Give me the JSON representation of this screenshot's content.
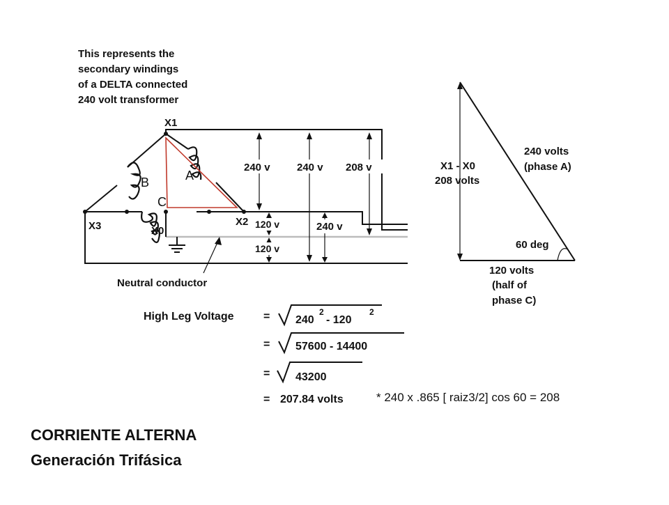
{
  "caption": {
    "line1": "This represents the",
    "line2": "secondary windings",
    "line3": "of a DELTA connected",
    "line4": "240 volt transformer"
  },
  "terminals": {
    "x1": "X1",
    "x2": "X2",
    "x3": "X3",
    "x0": "X0"
  },
  "phases": {
    "a": "A",
    "b": "B",
    "c": "C"
  },
  "measurements": {
    "m1": "240 v",
    "m2": "240 v",
    "m3": "208 v",
    "m4": "120 v",
    "m5": "240 v",
    "m6": "120 v"
  },
  "neutral_label": "Neutral conductor",
  "triangle": {
    "left_line1": "X1 - X0",
    "left_line2": "208 volts",
    "hyp_line1": "240 volts",
    "hyp_line2": "(phase A)",
    "angle": "60 deg",
    "base_line1": "120 volts",
    "base_line2": "(half of",
    "base_line3": "phase C)"
  },
  "formula": {
    "label": "High Leg Voltage",
    "eq": "=",
    "step1_a": "240",
    "step1_sup1": "2",
    "step1_b": "- 120",
    "step1_sup2": "2",
    "step2": "57600 - 14400",
    "step3": "43200",
    "step4": "207.84 volts"
  },
  "note": "* 240 x .865 [ raiz3/2] cos 60 = 208",
  "footer": {
    "title": "CORRIENTE ALTERNA",
    "subtitle": "Generación Trifásica"
  },
  "colors": {
    "triangle_red": "#c0392b",
    "neutral_gray": "#bbbbbb"
  }
}
